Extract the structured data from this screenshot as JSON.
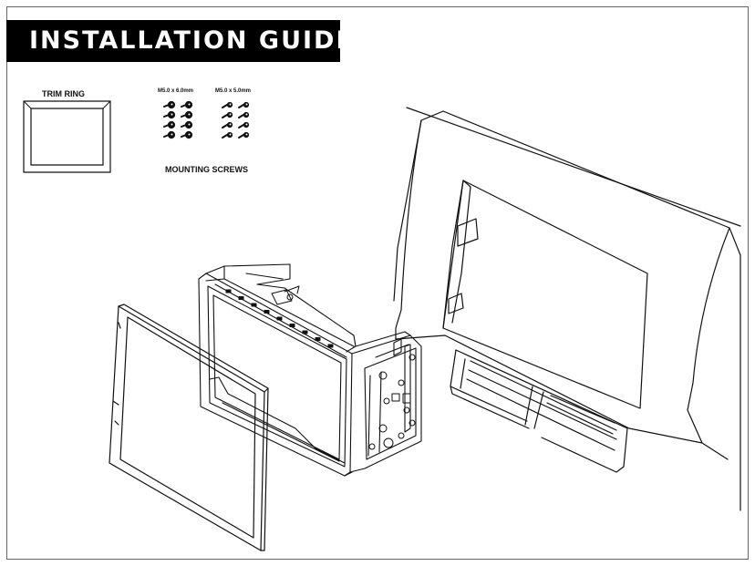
{
  "title": "INSTALLATION GUIDE",
  "parts": {
    "trim_ring_label": "TRIM RING",
    "screw_a_label": "M5.0 x 6.0mm",
    "screw_b_label": "M5.0 x 5.0mm",
    "mounting_screws_label": "MOUNTING SCREWS"
  },
  "colors": {
    "ink": "#111111",
    "title_bg": "#000000",
    "title_fg": "#ffffff"
  }
}
